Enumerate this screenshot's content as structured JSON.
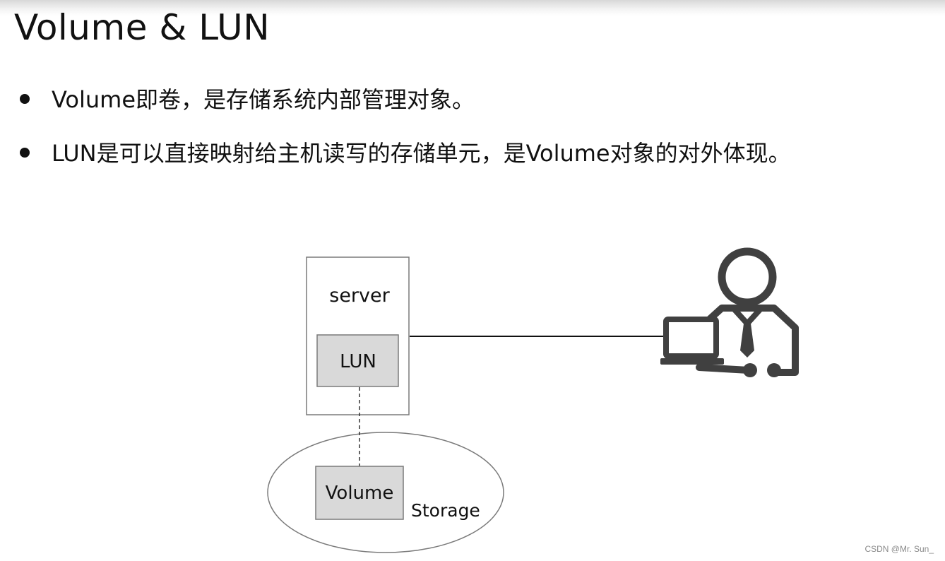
{
  "title": "Volume & LUN",
  "bullets": [
    {
      "text": "Volume即卷，是存储系统内部管理对象。"
    },
    {
      "text": "LUN是可以直接映射给主机读写的存储单元，是Volume对象的对外体现。"
    }
  ],
  "diagram": {
    "server_label": "server",
    "lun_label": "LUN",
    "volume_label": "Volume",
    "storage_label": "Storage",
    "user_icon": "user-at-laptop-icon",
    "colors": {
      "line": "#111111",
      "box_border": "#7a7a7a",
      "box_fill": "#d9d9d9",
      "icon": "#404040"
    }
  },
  "watermark": "CSDN @Mr. Sun_"
}
